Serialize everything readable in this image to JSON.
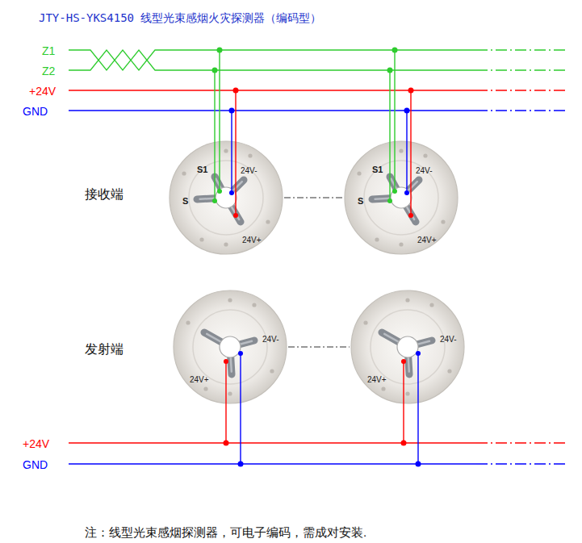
{
  "diagram": {
    "title": "JTY-HS-YKS4150 线型光束感烟火灾探测器（编码型）",
    "nodes": [
      {
        "text": [
          "S1",
          "24V-",
          "S",
          "24V+"
        ]
      },
      {
        "text": [
          "S1",
          "24V-",
          "S",
          "24V+"
        ]
      },
      {
        "text": [
          "24V-",
          "24V+"
        ]
      },
      {
        "text": [
          "24V-",
          "24V+"
        ]
      }
    ],
    "edges": [
      {
        "from": 0,
        "to": 1,
        "arrow": "none"
      },
      {
        "from": 2,
        "to": 3,
        "arrow": "none"
      }
    ],
    "labels": [
      "Z1",
      "Z2",
      "+24V",
      "GND",
      "接收端",
      "发射端",
      "+24V",
      "GND",
      "注：线型光束感烟探测器，可电子编码，需成对安装."
    ]
  }
}
